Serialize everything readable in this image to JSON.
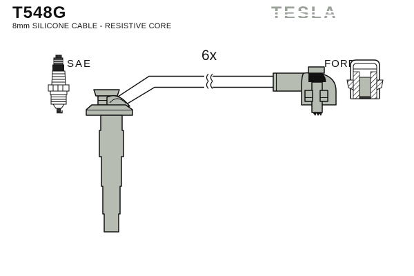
{
  "header": {
    "part_number": "T548G",
    "subtitle": "8mm SILICONE CABLE - RESISTIVE CORE"
  },
  "brand": {
    "name": "TESLA"
  },
  "diagram": {
    "quantity_label": "6x",
    "spark_plug_label": "SAE",
    "connector_label": "FORD",
    "icons": {
      "spark_plug": "spark-plug-icon",
      "coil_boot": "coil-boot-icon",
      "cable": "ignition-cable-icon",
      "ford_boot": "ford-angled-boot-icon",
      "ford_socket": "ford-socket-cross-section-icon"
    }
  },
  "colors": {
    "part_gray": "#b6bcb2",
    "logo_gray": "#9aa29a",
    "line": "#111111",
    "background": "#ffffff"
  }
}
